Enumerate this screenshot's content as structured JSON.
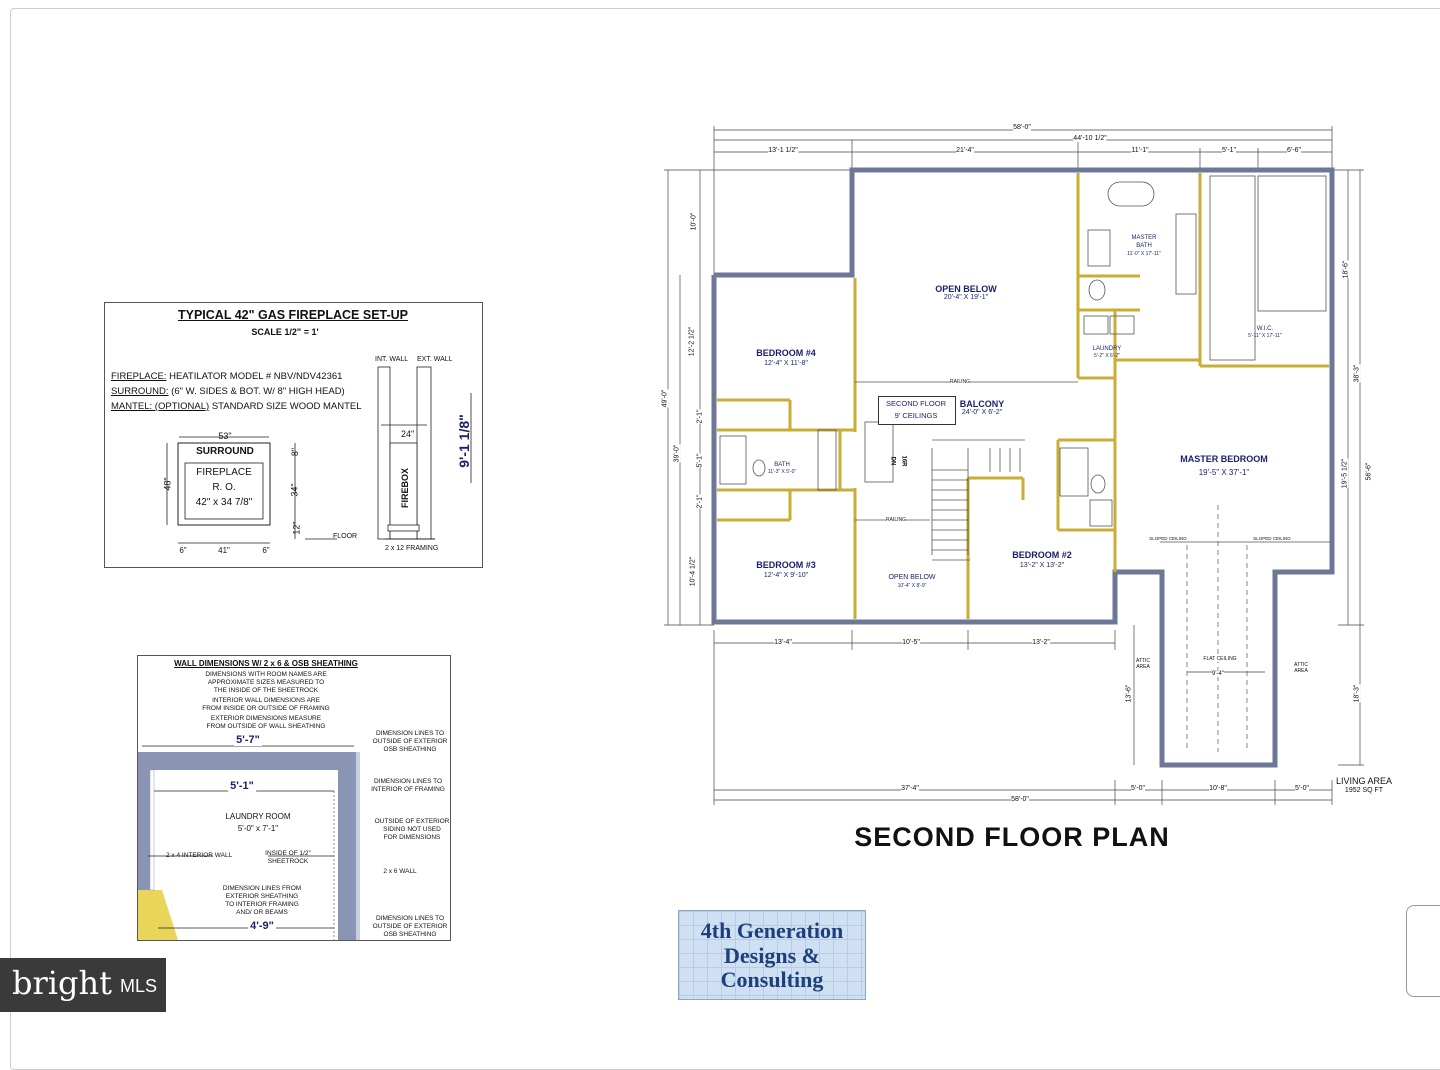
{
  "fireplace": {
    "title": "TYPICAL 42\" GAS FIREPLACE SET-UP",
    "scale": "SCALE 1/2\" = 1'",
    "fireplace_label": "FIREPLACE:",
    "fireplace_value": "HEATILATOR MODEL # NBV/NDV42361",
    "surround_label": "SURROUND:",
    "surround_value": "(6\" W. SIDES & BOT. W/ 8\" HIGH HEAD)",
    "mantel_label": "MANTEL: (OPTIONAL)",
    "mantel_value": "STANDARD SIZE WOOD MANTEL",
    "int_wall": "INT. WALL",
    "ext_wall": "EXT. WALL",
    "dim_53": "53\"",
    "surround": "SURROUND",
    "fireplace_ro1": "FIREPLACE",
    "fireplace_ro2": "R. O.",
    "fireplace_ro3": "42\" x 34 7/8\"",
    "dim_48": "48\"",
    "dim_8": "8\"",
    "dim_34": "34\"",
    "dim_12": "12\"",
    "dim_6a": "6\"",
    "dim_41": "41\"",
    "dim_6b": "6\"",
    "dim_24": "24\"",
    "firebox": "FIREBOX",
    "floor": "FLOOR",
    "framing": "2 x 12 FRAMING",
    "height": "9'-1 1/8\""
  },
  "wall": {
    "title": "WALL DIMENSIONS W/ 2 x 6 & OSB SHEATHING",
    "note1": [
      "DIMENSIONS WITH ROOM NAMES ARE",
      "APPROXIMATE SIZES MEASURED TO",
      "THE INSIDE OF THE SHEETROCK"
    ],
    "note2": [
      "INTERIOR WALL DIMENSIONS ARE",
      "FROM INSIDE OR OUTSIDE OF FRAMING"
    ],
    "note3": [
      "EXTERIOR DIMENSIONS MEASURE",
      "FROM OUTSIDE OF WALL SHEATHING"
    ],
    "dim_top": "5'-7\"",
    "dim_inner": "5'-1\"",
    "room": "LAUNDRY ROOM",
    "room_size": "5'-0\" x 7'-1\"",
    "interior_wall": "2 x 4 INTERIOR WALL",
    "inside": [
      "INSIDE OF 1/2\"",
      "SHEETROCK"
    ],
    "from_sheathing": [
      "DIMENSION LINES FROM",
      "EXTERIOR SHEATHING",
      "TO INTERIOR FRAMING",
      "AND/ OR BEAMS"
    ],
    "dim_bottom": "4'-9\"",
    "r1": [
      "DIMENSION LINES TO",
      "OUTSIDE OF EXTERIOR",
      "OSB SHEATHING"
    ],
    "r2": [
      "DIMENSION LINES TO",
      "INTERIOR OF FRAMING"
    ],
    "r3": [
      "OUTSIDE OF EXTERIOR",
      "SIDING NOT USED",
      "FOR DIMENSIONS"
    ],
    "r4": "2 x 6 WALL",
    "r5": [
      "DIMENSION LINES TO",
      "OUTSIDE OF EXTERIOR",
      "OSB SHEATHING"
    ]
  },
  "plan": {
    "title": "SECOND FLOOR PLAN",
    "living_area": "LIVING AREA",
    "living_sqft": "1952 SQ FT",
    "top_dims": {
      "total": "58'-0\"",
      "d44": "44'-10 1/2\"",
      "d13": "13'-1 1/2\"",
      "d21": "21'-4\"",
      "d11": "11'-1\"",
      "d5": "5'-1\"",
      "d6": "6'-6\""
    },
    "bottom_dims": {
      "d13a": "13'-4\"",
      "d10a": "10'-5\"",
      "d13b": "13'-2\"",
      "d37": "37'-4\"",
      "d58": "58'-0\"",
      "d5a": "5'-0\"",
      "d10b": "10'-8\"",
      "d5b": "5'-0\""
    },
    "left_dims": {
      "d10": "10'-0\"",
      "d12": "12'-2 1/2\"",
      "d49": "49'-0\"",
      "d39": "39'-0\"",
      "d2a": "2'-1\"",
      "d51": "5'-1\"",
      "d2b": "2'-1\"",
      "d104": "10'-4 1/2\""
    },
    "right_dims": {
      "d186": "18'-6\"",
      "d383": "38'-3\"",
      "d565": "56'-6\"",
      "d195": "19'-5 1/2\"",
      "d183": "18'-3\""
    },
    "rooms": {
      "bed4": "BEDROOM #4",
      "bed4_size": "12'-4\" X 11'-8\"",
      "bed3": "BEDROOM #3",
      "bed3_size": "12'-4\" X 9'-10\"",
      "bed2": "BEDROOM #2",
      "bed2_size": "13'-2\" X 13'-2\"",
      "master": "MASTER BEDROOM",
      "master_size": "19'-5\" X 37'-1\"",
      "open1": "OPEN BELOW",
      "open1_size": "20'-4\" X 19'-1\"",
      "open2": "OPEN BELOW",
      "open2_size": "10'-4\" X 8'-9\"",
      "mbath": "MASTER",
      "mbath2": "BATH",
      "mbath_size": "11'-0\" X 17'-11\"",
      "laundry": "LAUNDRY",
      "laundry_size": "5'-2\" X 6'-2\"",
      "wic": "W.I.C.",
      "wic_size": "5'-11\" X 17'-11\"",
      "bath": "BATH",
      "bath_size": "11'-3\" X 5'-0\"",
      "balcony": "BALCONY",
      "balcony_size": "24'-0\" X 6'-2\"",
      "second_floor": "SECOND FLOOR",
      "ceilings": "9' CEILINGS",
      "railing1": "RAILING",
      "railing2": "RAILING",
      "dn": "DN",
      "dn16": "16R",
      "attic1": [
        "ATTIC",
        "AREA"
      ],
      "attic2": [
        "ATTIC",
        "AREA"
      ],
      "sloped1": "SLOPED CEILING",
      "sloped2": "SLOPED CEILING",
      "flat": "FLAT CEILING",
      "dim94": "9'-4\"",
      "d136": "13'-6\""
    }
  },
  "logo": {
    "line1": "4th Generation",
    "line2": "Designs &",
    "line3": "Consulting"
  },
  "watermark": {
    "brand": "bright",
    "mls": "MLS"
  }
}
